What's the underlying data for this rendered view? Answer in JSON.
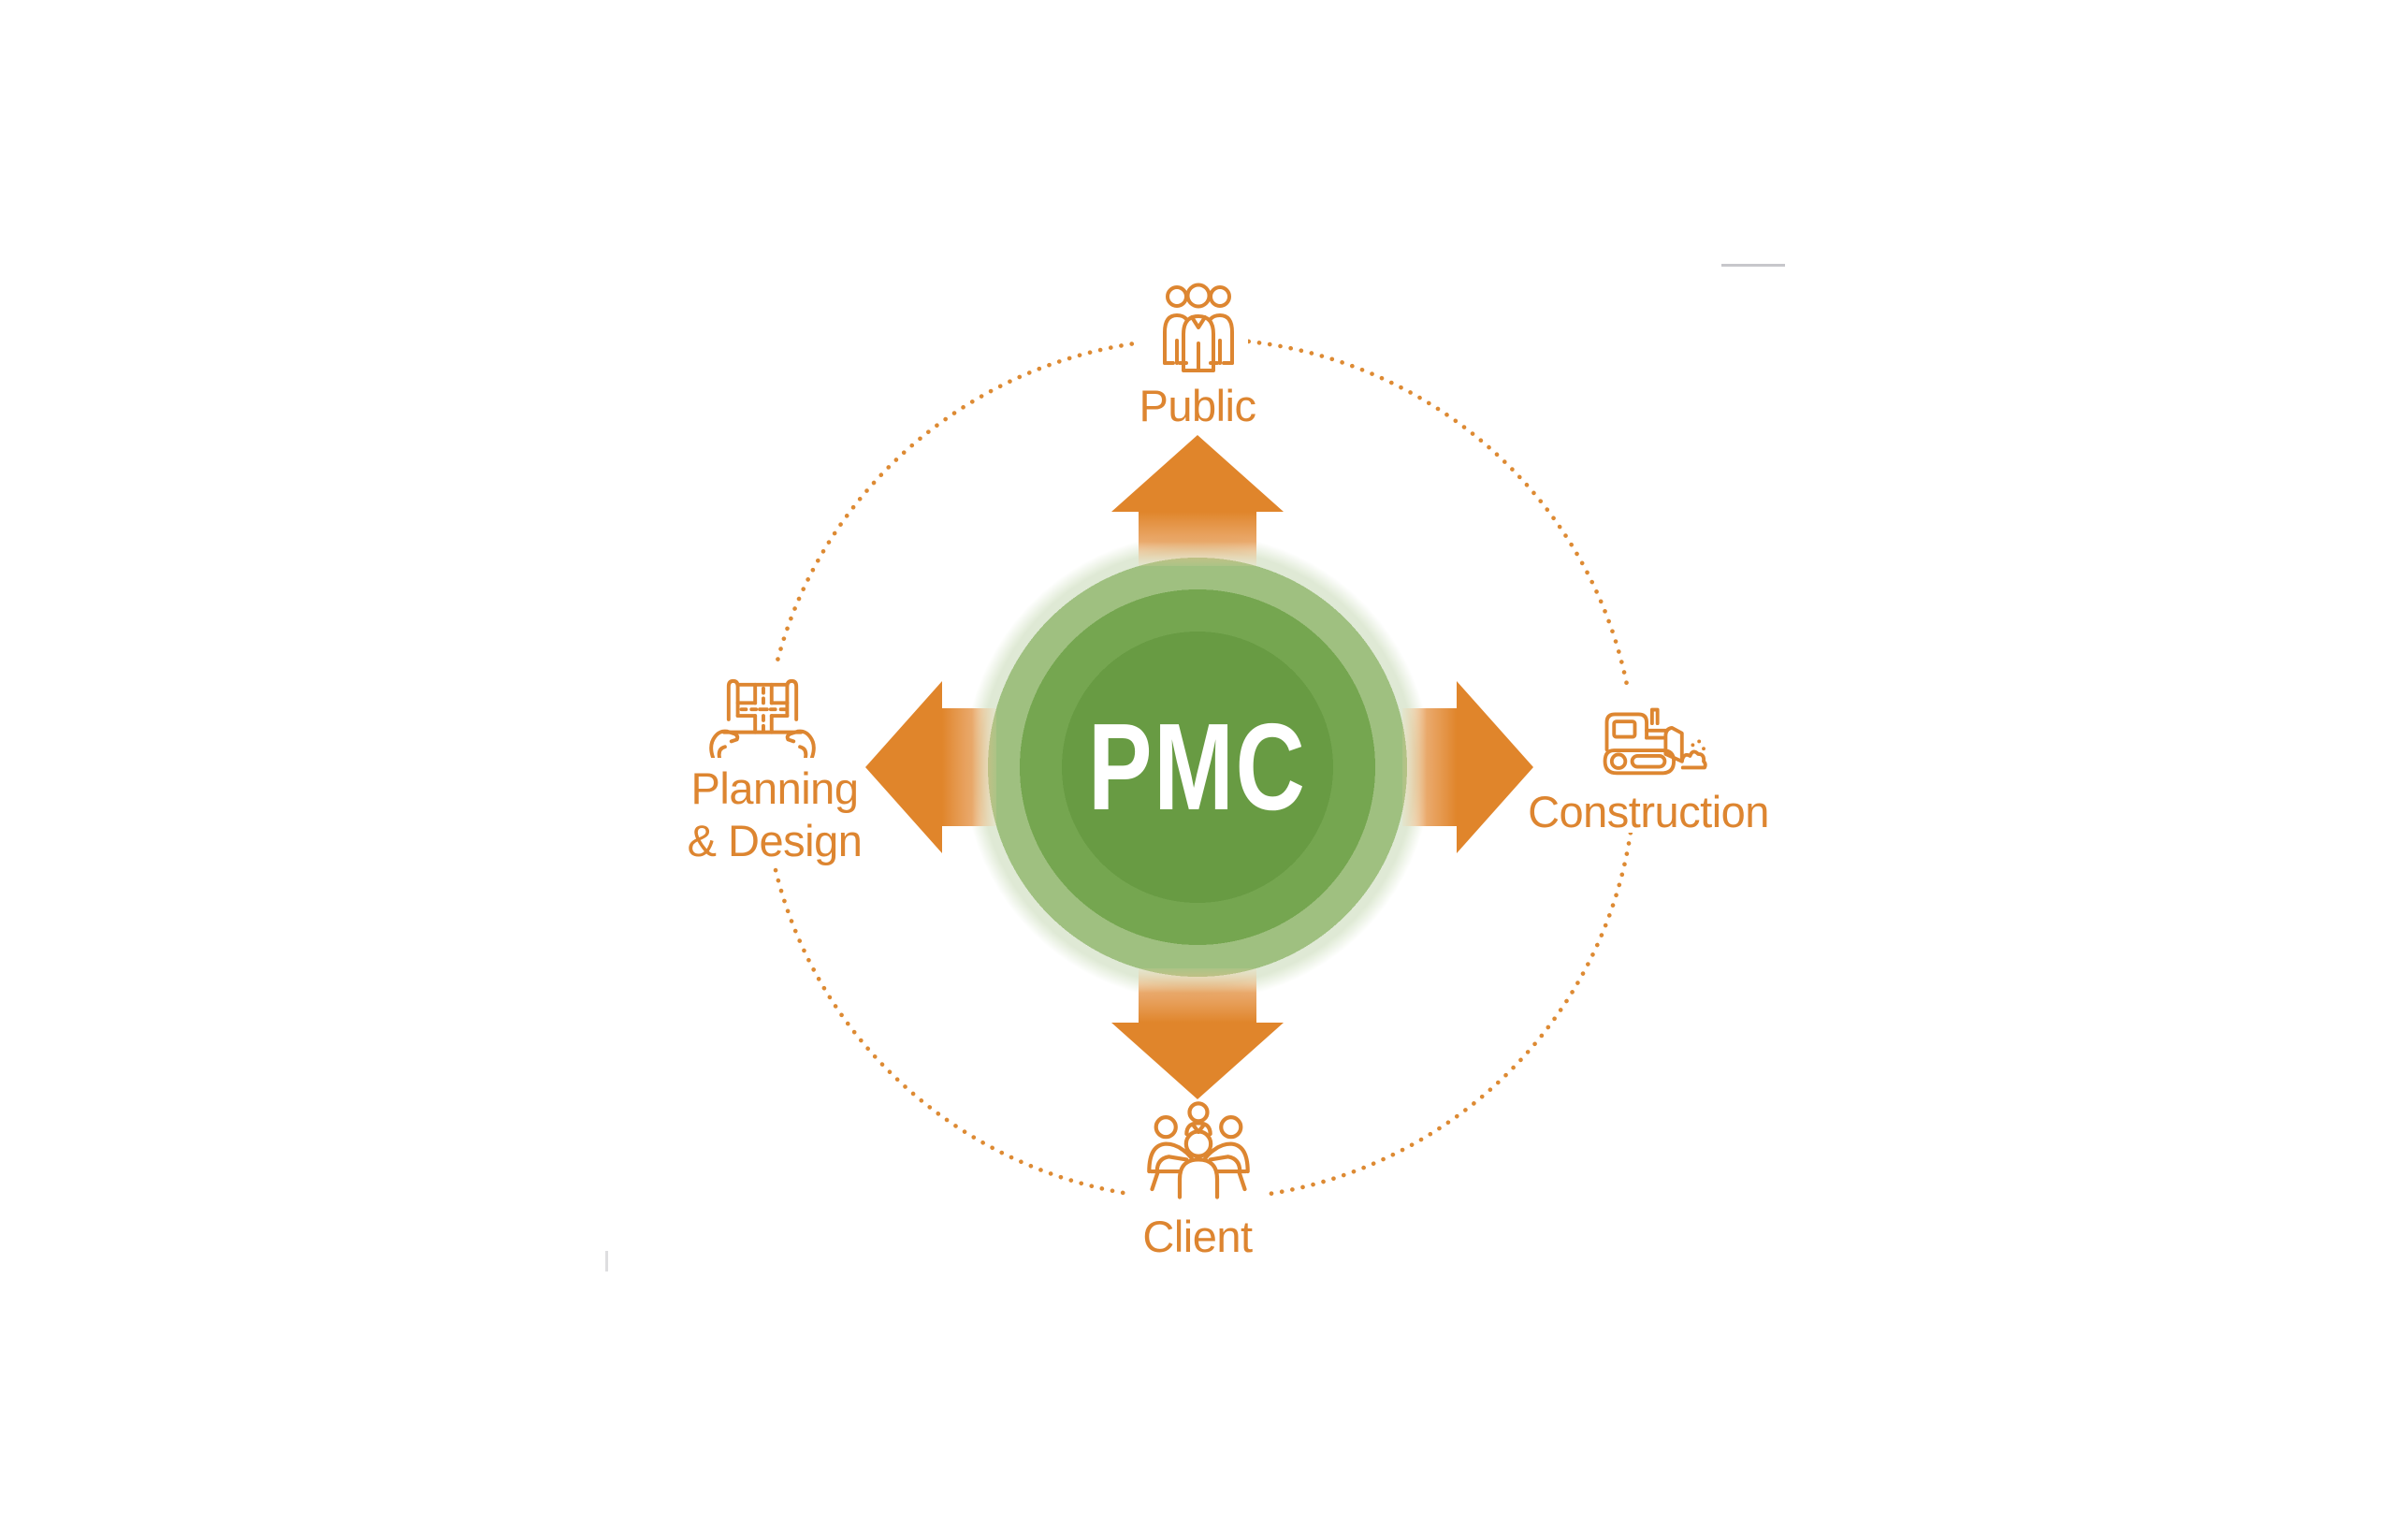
{
  "diagram": {
    "type": "hub-and-spoke",
    "center": {
      "label": "PMC"
    },
    "nodes": {
      "public": {
        "label": "Public",
        "position": "top",
        "icon": "people-group-icon"
      },
      "construction": {
        "label": "Construction",
        "position": "right",
        "icon": "bulldozer-icon"
      },
      "client": {
        "label": "Client",
        "position": "bottom",
        "icon": "meeting-table-icon"
      },
      "planning": {
        "label_line1": "Planning",
        "label_line2": "& Design",
        "position": "left",
        "icon": "blueprint-hands-icon"
      }
    },
    "colors": {
      "label_orange": "#dd8530",
      "icon_orange": "#dd8631",
      "arrow_orange": "#e0852b",
      "dot_orange": "#dd8a33",
      "green_center": "#689b43",
      "green_ring_mid": "#75a650",
      "green_ring_light": "#9fc080",
      "green_ring_pale": "#dfe9d5",
      "center_text": "#ffffff",
      "background": "#ffffff"
    }
  }
}
